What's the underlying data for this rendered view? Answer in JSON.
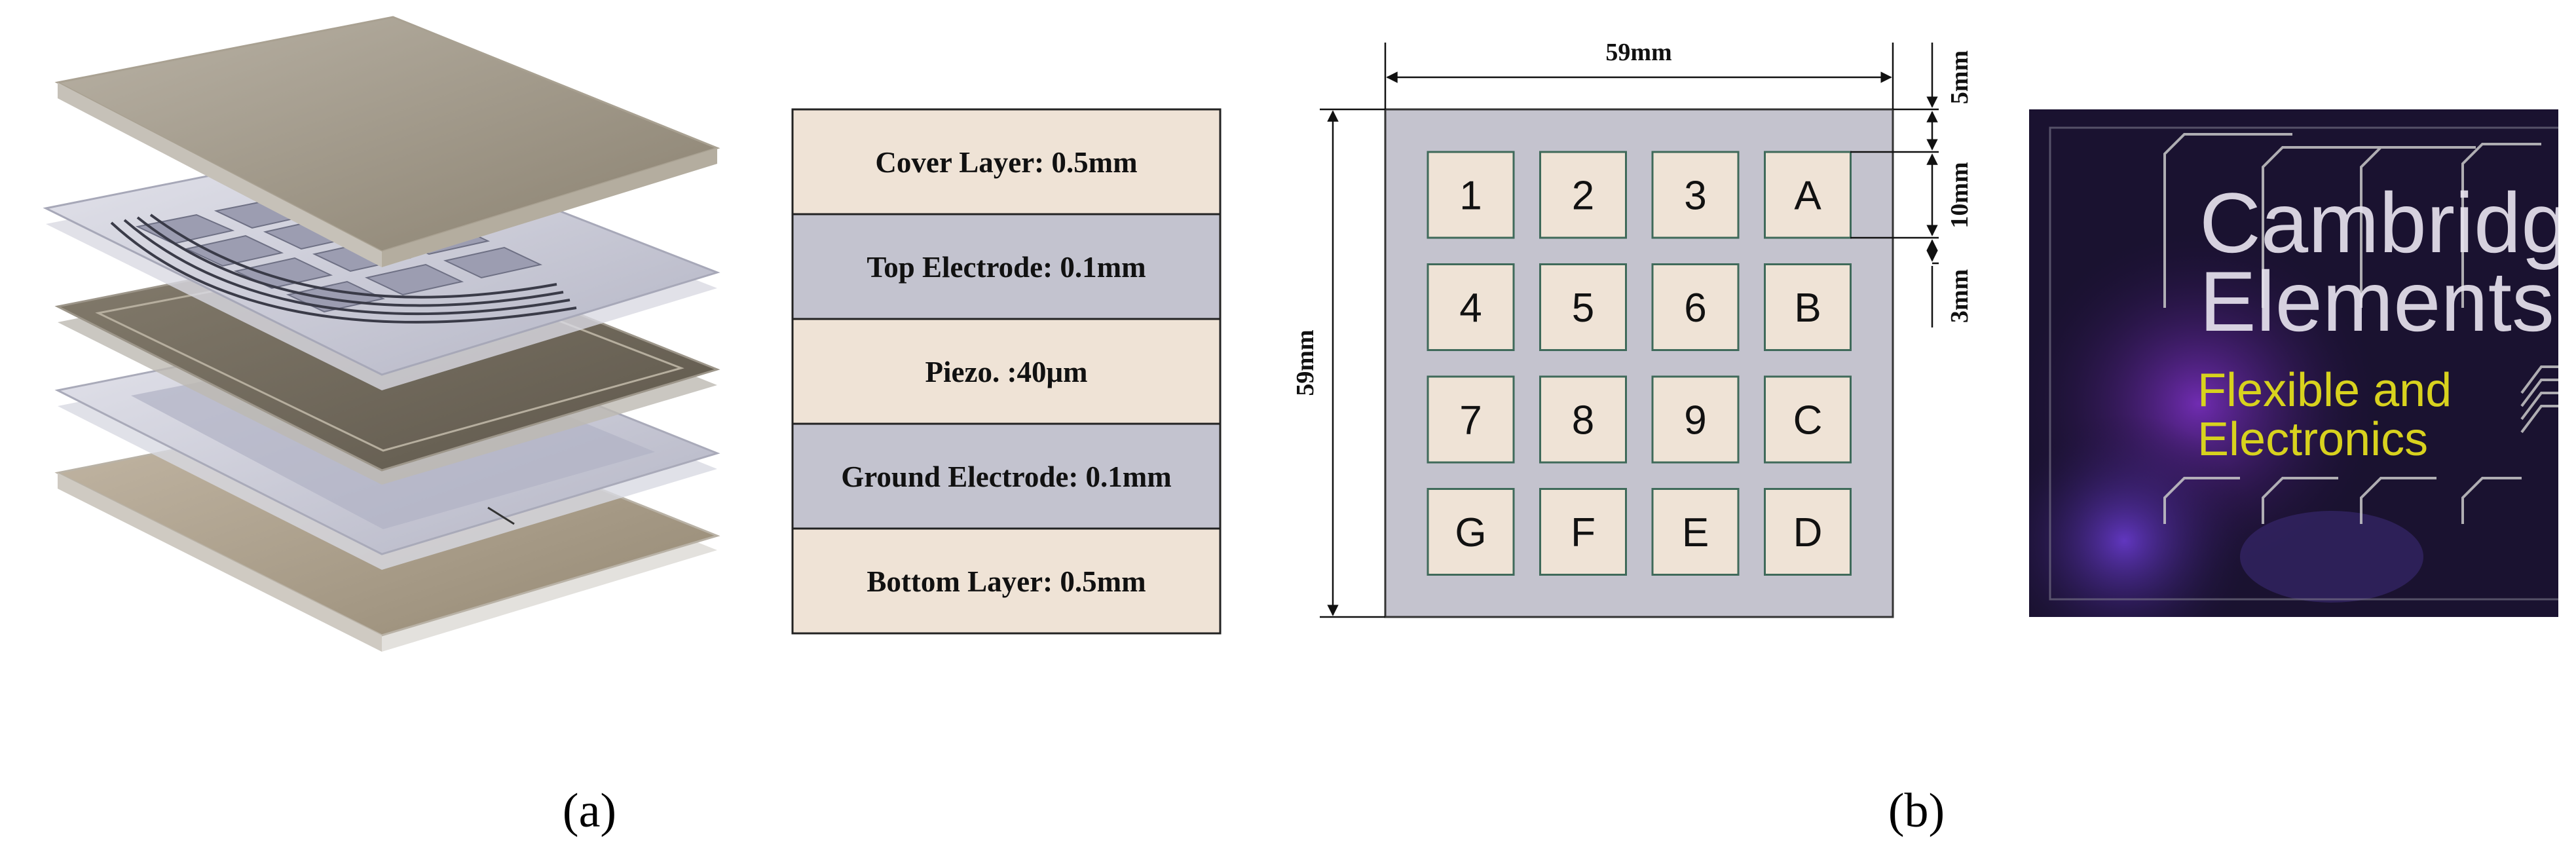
{
  "layer_table": {
    "rows": [
      {
        "label": "Cover Layer: 0.5mm",
        "color": "#efe3d6"
      },
      {
        "label": "Top Electrode: 0.1mm",
        "color": "#c3c3cf"
      },
      {
        "label": "Piezo. :40μm",
        "color": "#efe3d6"
      },
      {
        "label": "Ground Electrode: 0.1mm",
        "color": "#c3c3cf"
      },
      {
        "label": "Bottom Layer: 0.5mm",
        "color": "#efe3d6"
      }
    ]
  },
  "keypad": {
    "board_color": "#c4c3ce",
    "key_color": "#efe3d6",
    "key_border_color": "#3f6a5a",
    "keys": [
      "1",
      "2",
      "3",
      "A",
      "4",
      "5",
      "6",
      "B",
      "7",
      "8",
      "9",
      "C",
      "G",
      "F",
      "E",
      "D"
    ],
    "dimensions": {
      "width": "59mm",
      "height": "59mm",
      "top_margin": "5mm",
      "key_size": "10mm",
      "key_gap": "3mm"
    }
  },
  "photo": {
    "line1": "Cambridge",
    "line2": "Elements",
    "line3": "Flexible and",
    "line4": "Electronics"
  },
  "panel_labels": {
    "a": "(a)",
    "b": "(b)"
  }
}
